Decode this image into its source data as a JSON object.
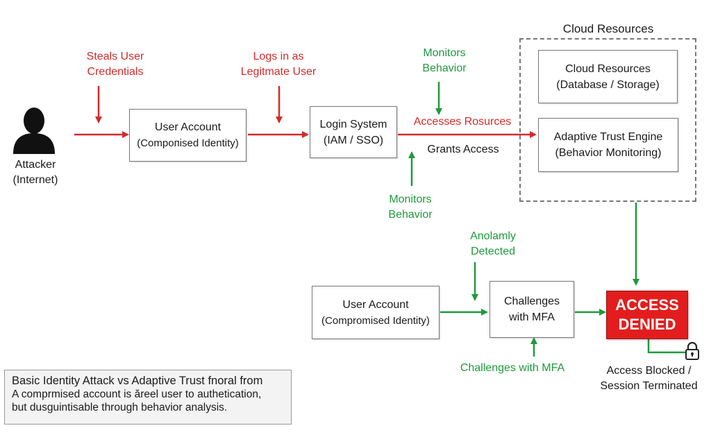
{
  "attacker": {
    "line1": "Attacker",
    "line2": "(Internet)"
  },
  "labels": {
    "steals": [
      "Steals User",
      "Credentials"
    ],
    "logs_in": [
      "Logs in as",
      "Legitmate User"
    ],
    "monitors_top": [
      "Monitors",
      "Behavior"
    ],
    "accesses": "Accesses Rosurces",
    "grants": "Grants Access",
    "monitors_bottom": [
      "Monitors",
      "Behavior"
    ],
    "anomaly": [
      "Anolamly",
      "Detected"
    ],
    "challenges_mfa": "Challenges with MFA",
    "blocked": [
      "Access Blocked /",
      "Session Terminated"
    ]
  },
  "nodes": {
    "user_account_top": [
      "User Account",
      "(Compoпised Identity)"
    ],
    "login_system": [
      "Login System",
      "(IAM / SSO)"
    ],
    "cloud_group_title": "Cloud Resources",
    "cloud_resources": [
      "Cloud Resources",
      "(Database / Storage)"
    ],
    "trust_engine": [
      "Adaptive Trust Engine",
      "(Behavior Monitoring)"
    ],
    "user_account_bottom": [
      "User Account",
      "(Compromised Identity)"
    ],
    "challenges": [
      "Challenges",
      "with MFA"
    ],
    "access_denied": [
      "ACCESS",
      "DENIED"
    ]
  },
  "caption": {
    "title": "Basic Identity Attack vs Adaptive Trust fnoral from",
    "line1": "A comprmised account is ăreel user to authetication,",
    "line2": "but dusguintisable through behavior analysis."
  },
  "colors": {
    "attack": "#d42a2a",
    "defense": "#1e9a3c",
    "denied": "#e31d1d"
  },
  "icons": {
    "attacker": "person-silhouette-icon",
    "lock": "padlock-icon"
  }
}
